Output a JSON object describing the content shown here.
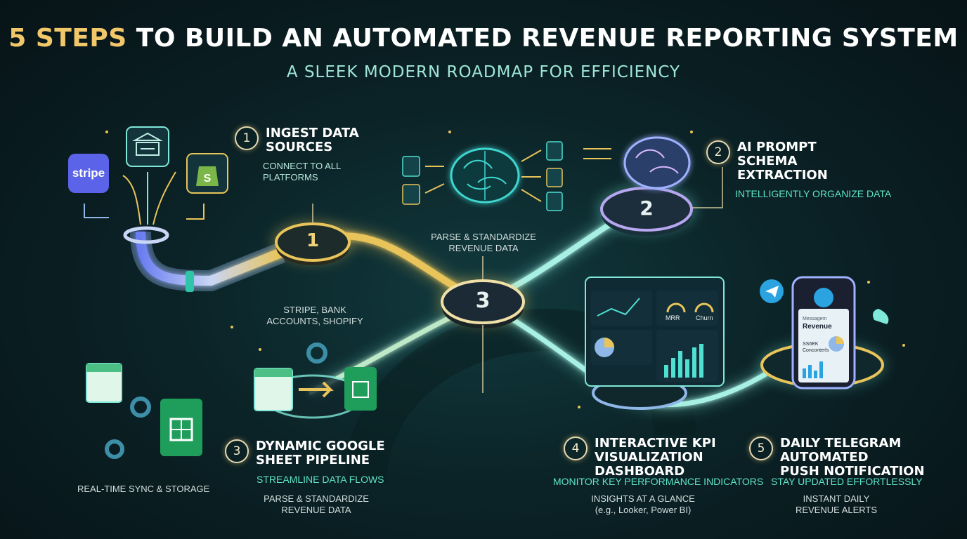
{
  "header": {
    "title_accent": "5 STEPS",
    "title_rest": " TO BUILD AN AUTOMATED REVENUE REPORTING SYSTEM",
    "subtitle": "A SLEEK MODERN ROADMAP FOR EFFICIENCY"
  },
  "nodes": [
    "1",
    "2",
    "3"
  ],
  "steps": [
    {
      "num": "1",
      "title": "INGEST DATA\nSOURCES",
      "desc": "CONNECT TO ALL\nPLATFORMS",
      "note": "STRIPE, BANK\nACCOUNTS, SHOPIFY"
    },
    {
      "num": "2",
      "title": "AI PROMPT\nSCHEMA\nEXTRACTION",
      "tagline": "INTELLIGENTLY ORGANIZE DATA"
    },
    {
      "num": "3",
      "title": "DYNAMIC GOOGLE\nSHEET PIPELINE",
      "tagline": "STREAMLINE DATA FLOWS",
      "note": "PARSE & STANDARDIZE\nREVENUE DATA"
    },
    {
      "num": "4",
      "title": "INTERACTIVE KPI\nVISUALIZATION\nDASHBOARD",
      "tagline": "MONITOR KEY PERFORMANCE INDICATORS",
      "note": "INSIGHTS AT A GLANCE\n(e.g., Looker, Power BI)"
    },
    {
      "num": "5",
      "title": "DAILY TELEGRAM\nAUTOMATED\nPUSH NOTIFICATION",
      "tagline": "STAY UPDATED EFFORTLESSLY",
      "note": "INSTANT DAILY\nREVENUE ALERTS"
    }
  ],
  "center_note": "PARSE & STANDARDIZE\nREVENUE DATA",
  "sync_note": "REAL-TIME SYNC & STORAGE",
  "icons": {
    "stripe_label": "stripe",
    "dashboard": {
      "gauge1": "MRR",
      "gauge2": "Churn"
    },
    "phone": {
      "app": "Messagem",
      "title": "Revenue",
      "line1": "SS6EK",
      "line2": "Conconterls"
    }
  },
  "colors": {
    "gold": "#f2c76a",
    "teal": "#5fe3c8",
    "path_gold": "#e8c45a",
    "path_teal": "#7fe8d8",
    "brain": "#3fd6d0"
  }
}
